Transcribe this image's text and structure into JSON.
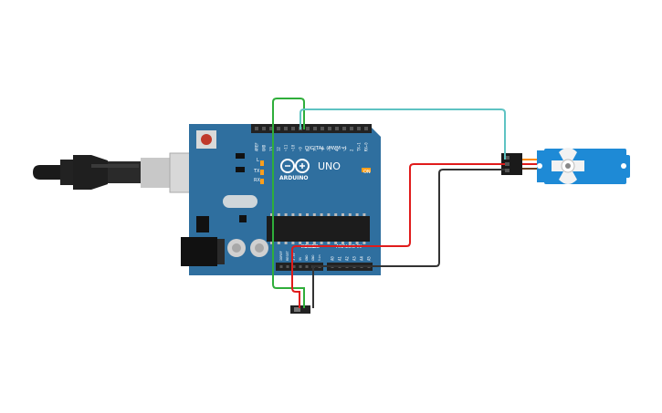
{
  "board": {
    "logo_text": "ARDUINO",
    "model_text": "UNO",
    "on_label": "ON",
    "digital_header_label": "DIGITAL (PWM~)",
    "power_label": "POWER",
    "analog_label": "ANALOG IN",
    "l_label": "L",
    "tx_label": "TX",
    "rx_label": "RX",
    "digital_pins": [
      "AREF",
      "GND",
      "13",
      "12",
      "~11",
      "~10",
      "~9",
      "8",
      "7",
      "~6",
      "~5",
      "4",
      "~3",
      "2",
      "TX→1",
      "RX←0"
    ],
    "power_pins": [
      "IOREF",
      "RESET",
      "3.3V",
      "5V",
      "GND",
      "GND",
      "Vin"
    ],
    "analog_pins": [
      "A0",
      "A1",
      "A2",
      "A3",
      "A4",
      "A5"
    ]
  },
  "colors": {
    "board": "#2f6f9f",
    "wire_green": "#2fae3a",
    "wire_teal": "#5ec3c3",
    "wire_red": "#e01b1b",
    "wire_black": "#333333",
    "servo_body": "#1e8ad6"
  }
}
